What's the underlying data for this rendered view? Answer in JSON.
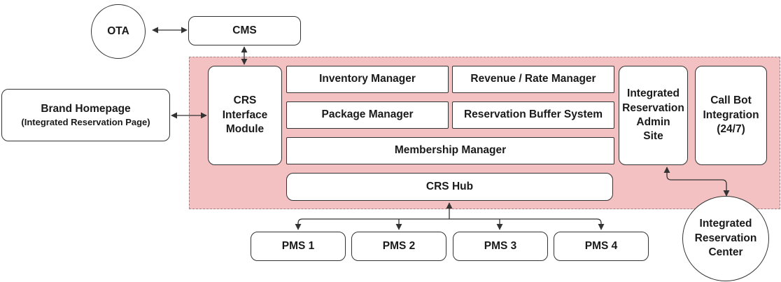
{
  "nodes": {
    "ota": "OTA",
    "cms": "CMS",
    "brand_title": "Brand Homepage",
    "brand_sub": "(Integrated Reservation Page)",
    "crs_interface": [
      "CRS",
      "Interface",
      "Module"
    ],
    "inventory": "Inventory Manager",
    "revenue": "Revenue / Rate Manager",
    "package": "Package Manager",
    "buffer": "Reservation Buffer System",
    "membership": "Membership Manager",
    "admin_site": [
      "Integrated",
      "Reservation",
      "Admin",
      "Site"
    ],
    "call_bot": [
      "Call Bot",
      "Integration",
      "(24/7)"
    ],
    "crs_hub": "CRS Hub",
    "pms": [
      "PMS 1",
      "PMS 2",
      "PMS 3",
      "PMS 4"
    ],
    "res_center": [
      "Integrated",
      "Reservation",
      "Center"
    ]
  },
  "colors": {
    "region_fill": "#f3c1c1",
    "stroke": "#333333"
  }
}
